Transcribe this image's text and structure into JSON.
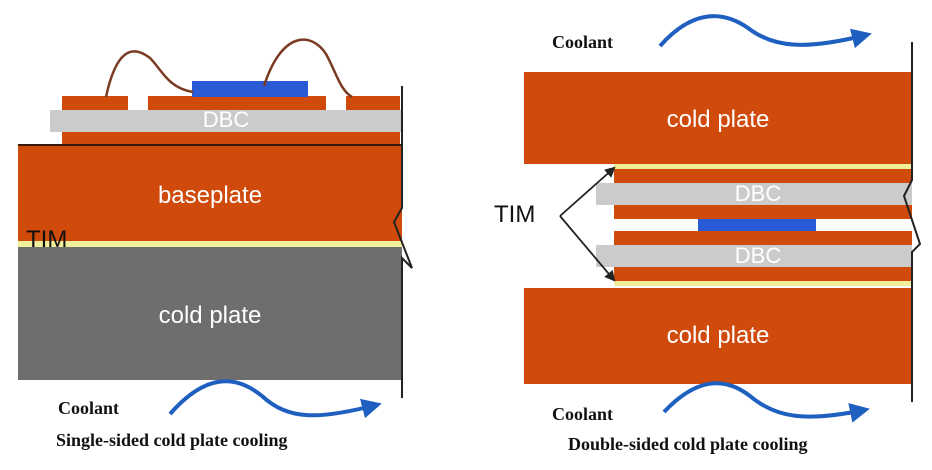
{
  "left": {
    "dbc_label": "DBC",
    "baseplate_label": "baseplate",
    "tim_label": "TIM",
    "cold_plate_label": "cold plate",
    "coolant_label": "Coolant",
    "caption": "Single-sided cold plate cooling"
  },
  "right": {
    "coolant_top_label": "Coolant",
    "cold_plate_top_label": "cold plate",
    "dbc_top_label": "DBC",
    "tim_label": "TIM",
    "dbc_bottom_label": "DBC",
    "cold_plate_bottom_label": "cold plate",
    "coolant_bottom_label": "Coolant",
    "caption": "Double-sided cold plate cooling"
  },
  "colors": {
    "copper": "#cf4a0b",
    "dbc": "#cbcbcb",
    "chip": "#2a5bd7",
    "cold_plate_gray": "#6e6e6e",
    "tim": "#f2ef9a",
    "arrow": "#1f5fbf",
    "wire": "#7a3b22"
  }
}
